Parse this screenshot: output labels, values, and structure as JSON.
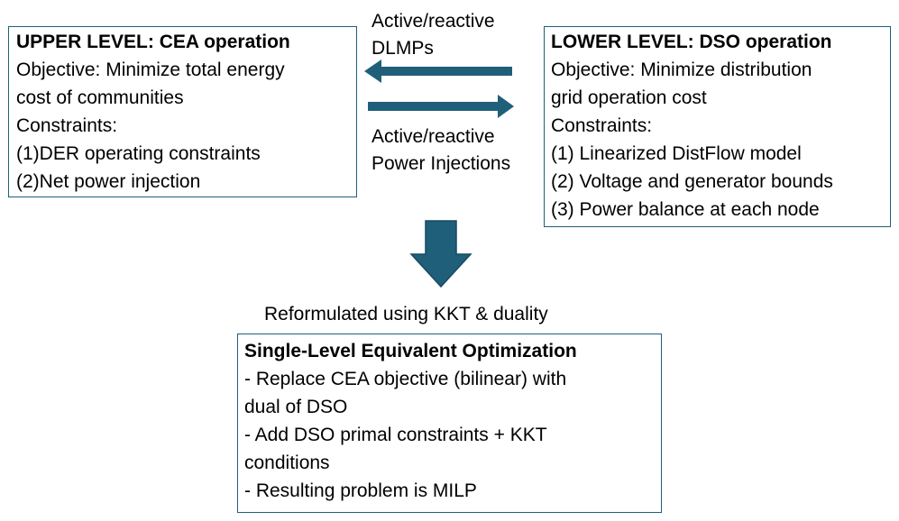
{
  "upper_box": {
    "title": "UPPER LEVEL: CEA operation",
    "lines": [
      "Objective: Minimize total energy",
      "cost of  communities",
      "Constraints:",
      "(1)DER operating constraints",
      "(2)Net power injection"
    ]
  },
  "lower_box": {
    "title": "LOWER LEVEL: DSO operation",
    "lines": [
      "Objective: Minimize distribution",
      "grid  operation cost",
      "Constraints:",
      "(1) Linearized DistFlow model",
      "(2) Voltage and generator bounds",
      "(3) Power balance at each node"
    ]
  },
  "arrow_top_label": [
    "Active/reactive",
    "DLMPs"
  ],
  "arrow_bottom_label": [
    "Active/reactive",
    "Power Injections"
  ],
  "reformulation_label": "Reformulated using KKT & duality",
  "single_level_box": {
    "title": "Single-Level Equivalent Optimization",
    "lines": [
      "- Replace CEA objective (bilinear) with",
      "dual of DSO",
      "- Add DSO primal constraints + KKT",
      "conditions",
      "- Resulting problem is MILP"
    ]
  },
  "colors": {
    "arrow": "#1f5f7a",
    "box_border": "#1f5f7a"
  }
}
